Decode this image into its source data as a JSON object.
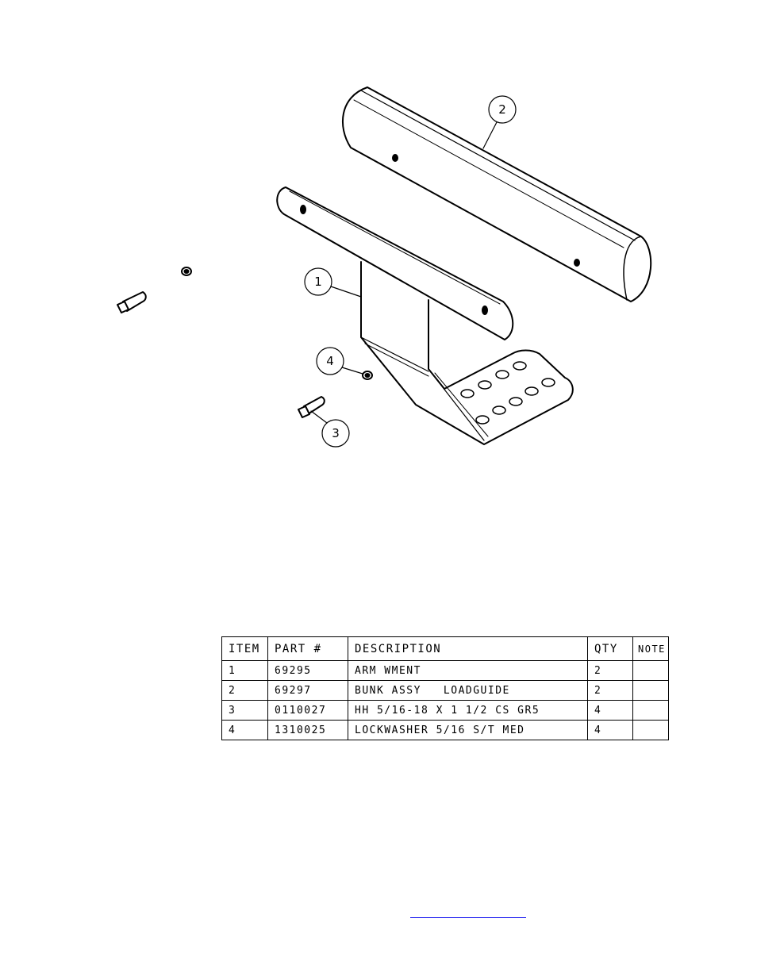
{
  "callouts": [
    "1",
    "2",
    "3",
    "4"
  ],
  "table": {
    "headers": [
      "ITEM",
      "PART #",
      "DESCRIPTION",
      "QTY",
      "NOTE"
    ],
    "rows": [
      [
        "1",
        "69295",
        "ARM WMENT",
        "2",
        ""
      ],
      [
        "2",
        "69297",
        "BUNK ASSY   LOADGUIDE",
        "2",
        ""
      ],
      [
        "3",
        "0110027",
        "HH 5/16-18 X 1 1/2 CS GR5",
        "4",
        ""
      ],
      [
        "4",
        "1310025",
        "LOCKWASHER 5/16 S/T MED",
        "4",
        ""
      ]
    ]
  },
  "colors": {
    "line": "#000000",
    "link": "#0000ee"
  }
}
